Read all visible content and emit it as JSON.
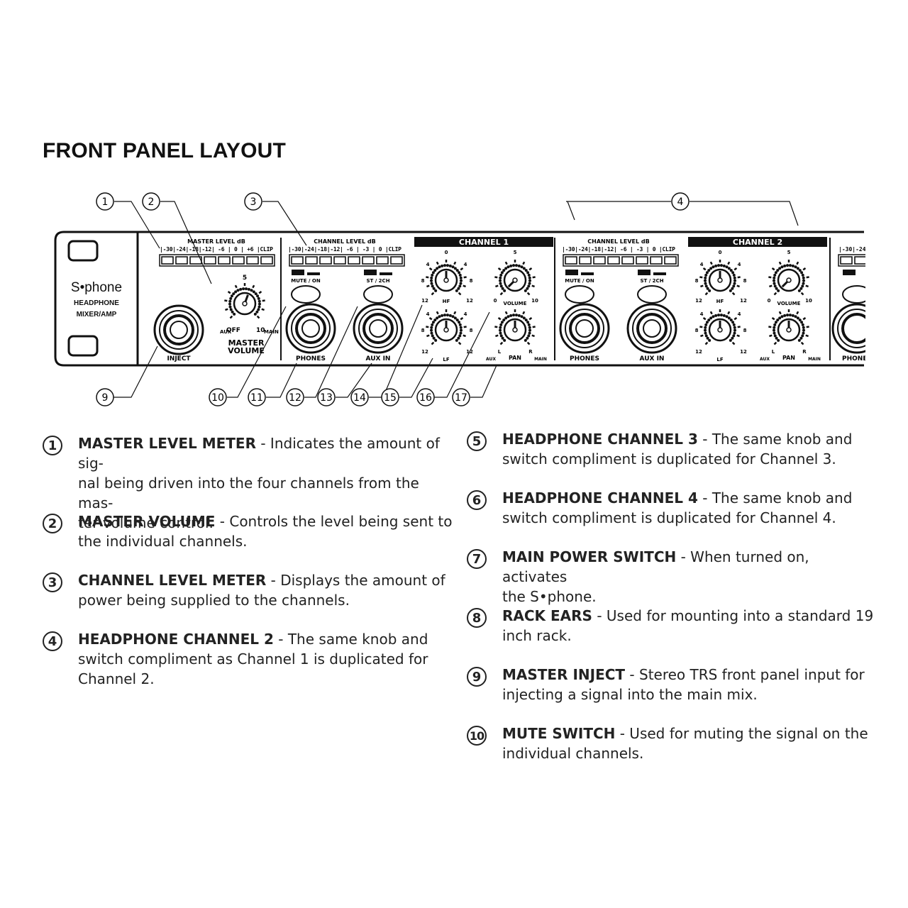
{
  "title": "FRONT PANEL LAYOUT",
  "panel": {
    "brand": "S•phone",
    "subtitle_line1": "HEADPHONE",
    "subtitle_line2": "MIXER/AMP",
    "master_level_label": "MASTER LEVEL dB",
    "master_scale": "|-30|-24|-18|-12| -6 | 0 | +6 |CLIP",
    "channel_level_label": "CHANNEL LEVEL dB",
    "channel_scale": "|-30|-24|-18|-12| -6 | -3 | 0 |CLIP",
    "channel1_label": "CHANNEL 1",
    "channel2_label": "CHANNEL 2",
    "mute_label": "MUTE / ON",
    "st2ch_label": "ST / 2CH",
    "inject_label": "INJECT",
    "phones_label": "PHONES",
    "aux_in_label": "AUX IN",
    "master_volume_line1": "MASTER",
    "master_volume_line2": "VOLUME",
    "aux_label": "AUX",
    "off_label": "OFF",
    "ten_label": "10",
    "main_label": "MAIN",
    "hf_label": "HF",
    "lf_label": "LF",
    "volume_label": "VOLUME",
    "pan_label": "PAN",
    "l_label": "L",
    "r_label": "R",
    "zero_label": "0",
    "four_label": "4",
    "eight_label": "8",
    "twelve_label": "12",
    "five_label": "5",
    "callouts_top": [
      "1",
      "2",
      "3",
      "4"
    ],
    "callouts_bottom": [
      "9",
      "10",
      "11",
      "12",
      "13",
      "14",
      "15",
      "16",
      "17"
    ]
  },
  "legend_left": [
    {
      "num": "1",
      "term": "MASTER LEVEL METER",
      "lines": [
        "- Indicates the amount of sig-",
        "nal being driven into the four channels from the mas-",
        "ter volume control."
      ]
    },
    {
      "num": "2",
      "term": "MASTER VOLUME",
      "lines": [
        "- Controls the level being sent to",
        "the individual channels."
      ]
    },
    {
      "num": "3",
      "term": "CHANNEL LEVEL METER",
      "lines": [
        "- Displays the amount of",
        "power being supplied to the channels."
      ]
    },
    {
      "num": "4",
      "term": "HEADPHONE CHANNEL 2",
      "lines": [
        "- The same knob and",
        "switch compliment as Channel 1 is duplicated for",
        "Channel 2."
      ]
    }
  ],
  "legend_right": [
    {
      "num": "5",
      "term": "HEADPHONE CHANNEL 3",
      "lines": [
        "- The same knob and",
        "switch compliment is duplicated for Channel 3."
      ]
    },
    {
      "num": "6",
      "term": "HEADPHONE CHANNEL 4",
      "lines": [
        "- The same knob and",
        "switch compliment is duplicated for Channel 4."
      ]
    },
    {
      "num": "7",
      "term": "MAIN POWER SWITCH",
      "lines": [
        "- When turned on, activates",
        "the S•phone."
      ]
    },
    {
      "num": "8",
      "term": "RACK EARS",
      "lines": [
        "- Used for mounting into a standard 19",
        "inch rack."
      ]
    },
    {
      "num": "9",
      "term": "MASTER INJECT",
      "lines": [
        "- Stereo TRS front panel input for",
        "injecting a signal into the main mix."
      ]
    },
    {
      "num": "10",
      "term": "MUTE SWITCH",
      "lines": [
        "- Used for muting the signal on the",
        "individual channels."
      ]
    }
  ]
}
